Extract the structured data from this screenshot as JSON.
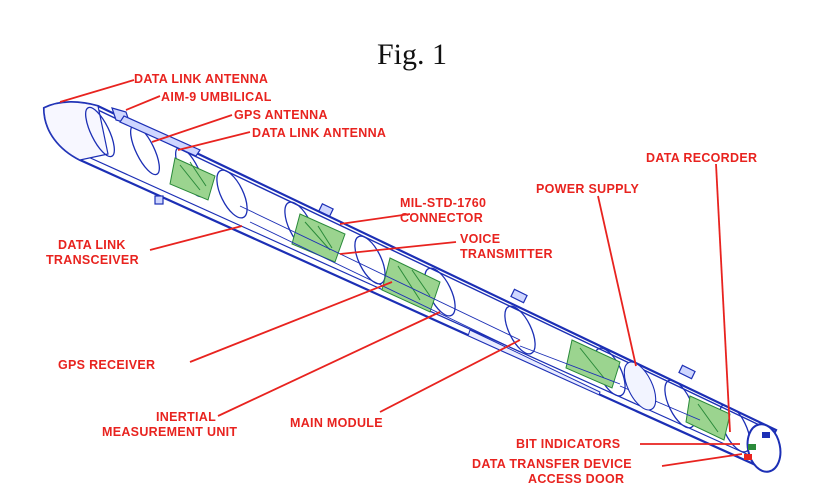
{
  "figure": {
    "title": "Fig. 1",
    "labels": {
      "data_link_antenna_top": "DATA LINK ANTENNA",
      "aim9_umbilical": "AIM-9 UMBILICAL",
      "gps_antenna": "GPS ANTENNA",
      "data_link_antenna": "DATA LINK ANTENNA",
      "data_recorder": "DATA RECORDER",
      "power_supply": "POWER SUPPLY",
      "mil_std_1760_line1": "MIL-STD-1760",
      "mil_std_1760_line2": "CONNECTOR",
      "voice_transmitter_line1": "VOICE",
      "voice_transmitter_line2": "TRANSMITTER",
      "data_link_transceiver_line1": "DATA LINK",
      "data_link_transceiver_line2": "TRANSCEIVER",
      "gps_receiver": "GPS RECEIVER",
      "inertial_measurement_unit_line1": "INERTIAL",
      "inertial_measurement_unit_line2": "MEASUREMENT UNIT",
      "main_module": "MAIN MODULE",
      "bit_indicators": "BIT INDICATORS",
      "data_transfer_device_line1": "DATA TRANSFER DEVICE",
      "data_transfer_device_line2": "ACCESS DOOR"
    }
  }
}
